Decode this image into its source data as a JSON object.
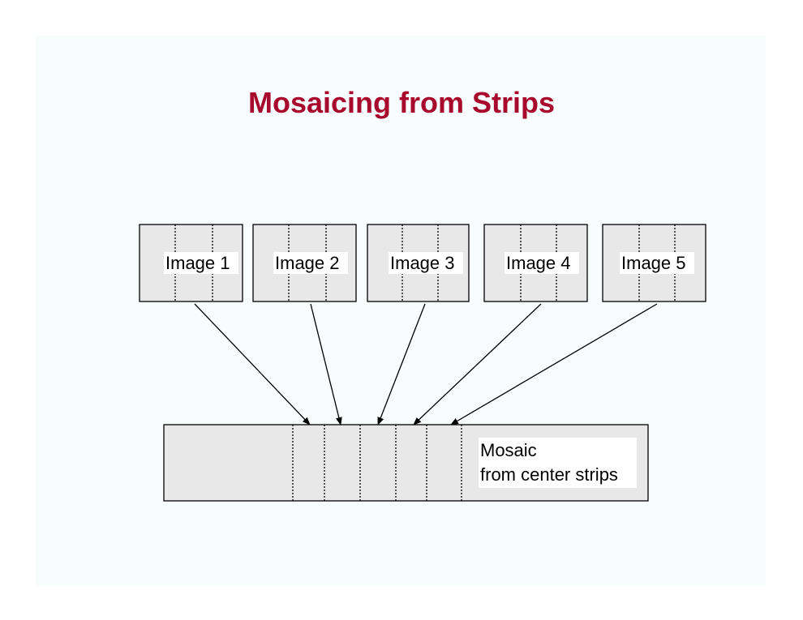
{
  "slide": {
    "title": "Mosaicing from Strips"
  },
  "images": [
    {
      "label": "Image 1"
    },
    {
      "label": "Image 2"
    },
    {
      "label": "Image 3"
    },
    {
      "label": "Image 4"
    },
    {
      "label": "Image 5"
    }
  ],
  "mosaic": {
    "label_line1": "Mosaic",
    "label_line2": "from center strips"
  },
  "colors": {
    "title": "#a80a2d",
    "box_fill": "#e8e8e8",
    "slide_background": "#f9fcfc",
    "label_background": "#ffffff"
  }
}
